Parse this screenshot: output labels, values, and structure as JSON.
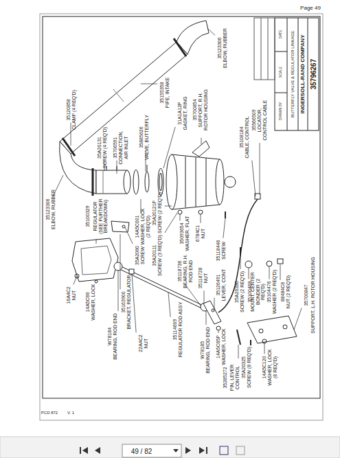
{
  "diagram": {
    "labels": [
      "Page 49",
      "35123306",
      "ELBOW, RUBBER",
      "35155358",
      "PIPE, INTAKE",
      "35120858",
      "CLAMP (4 REQ'D)",
      "35123306",
      "ELBOW, RUBBER",
      "35A20131",
      "SCREW (4 REQ'D)",
      "35706591",
      "CONNECTION, AIR INLET",
      "35885626",
      "VALVE, BUTTERFLY",
      "31A1A12P",
      "GASKET, RING",
      "35700854",
      "SUPPORT, R.H. ROTOR HOUSING",
      "35566509",
      "LOCATOR, CONTROL CABLE",
      "35108184",
      "CABLE, CONTROL",
      "35100329",
      "REGULATOR (SEE FURTHER BREAKDOWN)",
      "35A20121P",
      "SCREW (2 REQ'D)",
      "14A5C001",
      "WASHER, LOCK (2 REQ'D)",
      "35A2060",
      "SCREW",
      "35A20111",
      "SCREW (3 REQ'D)",
      "35163900",
      "BRACKET, REGULATOR",
      "35093654",
      "WASHER, FLAT",
      "6784C1",
      "NUT",
      "35118446",
      "SCREW",
      "35118736",
      "BEARING, R.H. ROD END",
      "35118728",
      "NUT",
      "35126491",
      "LEVER, CONT",
      "35A20386",
      "SCREW (2 REQ'D)",
      "35100468",
      "MOUNT, CENTER BONDER (2 REQ'D)",
      "35104476",
      "WASHER (2 REQ'D)",
      "88484C8",
      "NUT (2 REQ'D)",
      "14A5C66",
      "WASHER, LOCK",
      "16A4C2",
      "NUT",
      "W78184",
      "BEARING, ROD END",
      "22A4C2",
      "NUT",
      "35114609",
      "REGULATOR ROD ASSY",
      "W78185",
      "BEARING, ROD END",
      "14A5C65P",
      "WASHER, LOCK",
      "35A20325",
      "SCREW (8 REQ'D)",
      "14A5C120",
      "WASHER, LOCK (8 REQ'D)",
      "35700847",
      "SUPPORT, L.H. ROTOR HOUSING",
      "35285272",
      "PIN, LEVER CONTROL",
      "BUTTERFLY VALVE & REGULATOR LINKAGE",
      "INGERSOLL-RAND COMPANY",
      "35796267",
      "DATE",
      "SCALE",
      "DRAWN BY",
      "PCD 872",
      "V. 1",
      "49 / 82"
    ]
  }
}
